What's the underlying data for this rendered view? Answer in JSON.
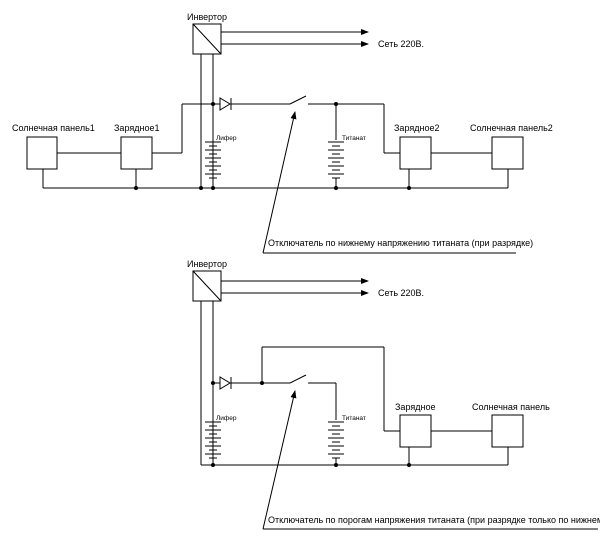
{
  "diagram1": {
    "inverter": "Инвертор",
    "grid": "Сеть 220В.",
    "panel1": "Солнечная панель1",
    "charger1": "Зарядное1",
    "lifer": "Лифер",
    "titanate": "Титанат",
    "charger2": "Зарядное2",
    "panel2": "Солнечная панель2",
    "note": "Отключатель по нижнему напряжению титаната (при разрядке)"
  },
  "diagram2": {
    "inverter": "Инвертор",
    "grid": "Сеть 220В.",
    "lifer": "Лифер",
    "titanate": "Титанат",
    "charger": "Зарядное",
    "panel": "Солнечная панель",
    "note": "Отключатель по порогам напряжения титаната (при разрядке только по нижнему)"
  }
}
